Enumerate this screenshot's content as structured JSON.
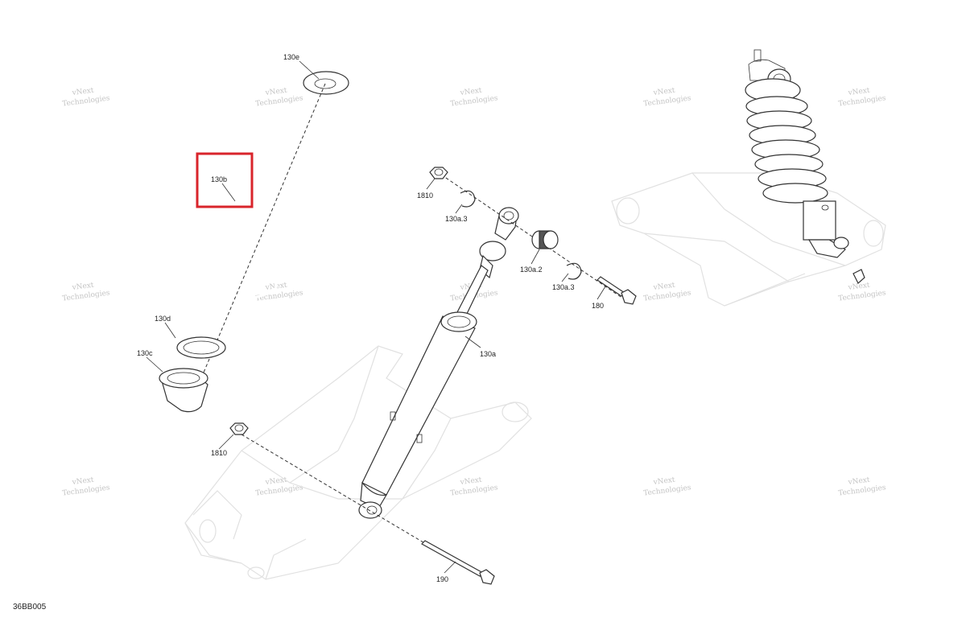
{
  "diagram_code": "36BB005",
  "watermark": {
    "line1": "vNext",
    "line2": "Technologies"
  },
  "highlight_color": "#d9242b",
  "callouts": {
    "p130e": "130e",
    "p130b": "130b",
    "p130d": "130d",
    "p130c": "130c",
    "p1810_top": "1810",
    "p130a3_top": "130a.3",
    "p130a2": "130a.2",
    "p130a3_bottom": "130a.3",
    "p180": "180",
    "p130a": "130a",
    "p1810_bottom": "1810",
    "p190": "190"
  }
}
